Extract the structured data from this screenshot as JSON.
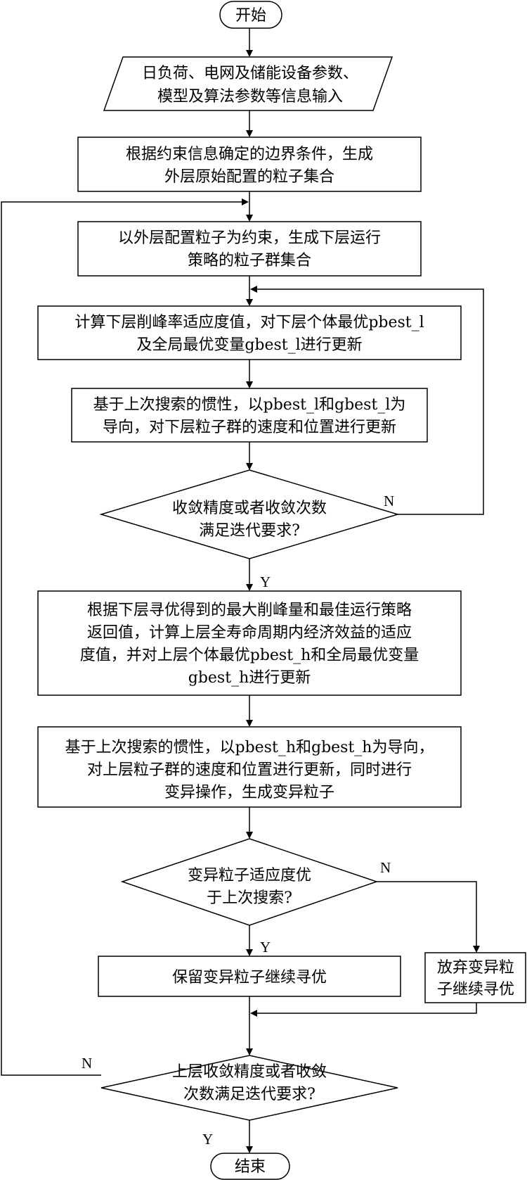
{
  "nodes": {
    "start": "开始",
    "input": [
      "日负荷、电网及储能设备参数、",
      "模型及算法参数等信息输入"
    ],
    "outer_init": [
      "根据约束信息确定的边界条件，生成",
      "外层原始配置的粒子集合"
    ],
    "lower_init": [
      "以外层配置粒子为约束，生成下层运行",
      "策略的粒子群集合"
    ],
    "lower_fitness": [
      "计算下层削峰率适应度值，对下层个体最优pbest_l",
      "及全局最优变量gbest_l进行更新"
    ],
    "lower_update": [
      "基于上次搜索的惯性，以pbest_l和gbest_l为",
      "导向，对下层粒子群的速度和位置进行更新"
    ],
    "lower_check": [
      "收敛精度或者收敛次数",
      "满足迭代要求?"
    ],
    "upper_fitness": [
      "根据下层寻优得到的最大削峰量和最佳运行策略",
      "返回值，计算上层全寿命周期内经济效益的适应",
      "度值，并对上层个体最优pbest_h和全局最优变量",
      "gbest_h进行更新"
    ],
    "upper_update": [
      "基于上次搜索的惯性，以pbest_h和gbest_h为导向，",
      "对上层粒子群的速度和位置进行更新，同时进行",
      "变异操作，生成变异粒子"
    ],
    "mutation_check": [
      "变异粒子适应度优",
      "于上次搜索?"
    ],
    "keep_mutation": "保留变异粒子继续寻优",
    "discard_mutation": [
      "放弃变异粒",
      "子继续寻优"
    ],
    "upper_check": [
      "上层收敛精度或者收敛",
      "次数满足迭代要求?"
    ],
    "end": "结束"
  },
  "edge_labels": {
    "lower_no": "N",
    "lower_yes": "Y",
    "mutation_no": "N",
    "mutation_yes": "Y",
    "upper_no": "N",
    "upper_yes": "Y"
  }
}
